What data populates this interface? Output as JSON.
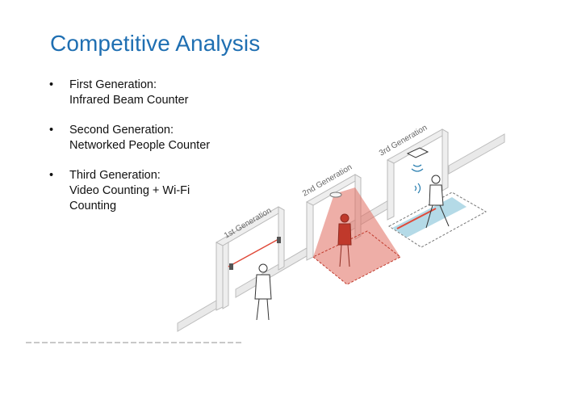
{
  "slide": {
    "title": "Competitive Analysis",
    "bullets": [
      {
        "marker": "•",
        "line1": "First Generation:",
        "line2": "Infrared Beam Counter",
        "line3": ""
      },
      {
        "marker": "•",
        "line1": "Second Generation:",
        "line2": "Networked People Counter",
        "line3": ""
      },
      {
        "marker": "•",
        "line1": "Third Generation:",
        "line2": "Video Counting + Wi-Fi",
        "line3": "Counting"
      }
    ]
  },
  "illustration": {
    "labels": [
      "1st Generation",
      "2nd Generation",
      "3rd Generation"
    ],
    "colors": {
      "wall": "#e9e9e9",
      "wall_edge": "#bdbdbd",
      "video_cone": "#e06b5f",
      "beam": "#e04a3a",
      "wifi_floor": "#a7d3e3",
      "wifi_icon": "#2a7fb0"
    },
    "icons": [
      "infrared-sensor-icon",
      "ceiling-sensor-icon",
      "video-wifi-device-icon",
      "wifi-signal-icon",
      "person-icon"
    ]
  }
}
